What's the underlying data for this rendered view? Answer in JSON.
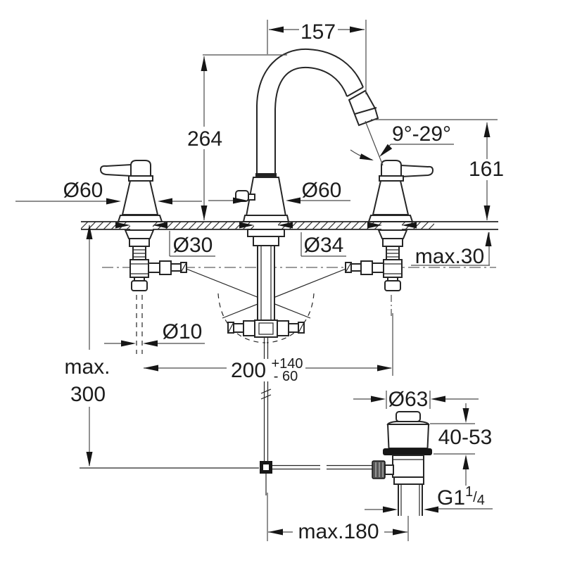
{
  "drawing": {
    "type": "faucet-technical-dimension-drawing",
    "colors": {
      "background": "#ffffff",
      "line": "#262626",
      "dimension_line": "#4a4a4a",
      "text": "#1c1c1c"
    },
    "labels": {
      "spout_reach": "157",
      "spout_height": "264",
      "angle_range": "9°-29°",
      "outlet_height": "161",
      "handle_width": "Ø60",
      "body_width": "Ø60",
      "hole_left": "Ø30",
      "hole_center": "Ø34",
      "deck_thickness": "max.30",
      "rod_dia": "Ø10",
      "hole_distance": "200",
      "tol_plus": "+140",
      "tol_minus": "- 60",
      "max_word": "max.",
      "max_value": "300",
      "waste_dia": "Ø63",
      "waste_clamp_range": "40-53",
      "thread_base": "G1",
      "thread_num": "1",
      "thread_slash": "/",
      "thread_den": "4",
      "rod_reach": "max.180"
    }
  }
}
